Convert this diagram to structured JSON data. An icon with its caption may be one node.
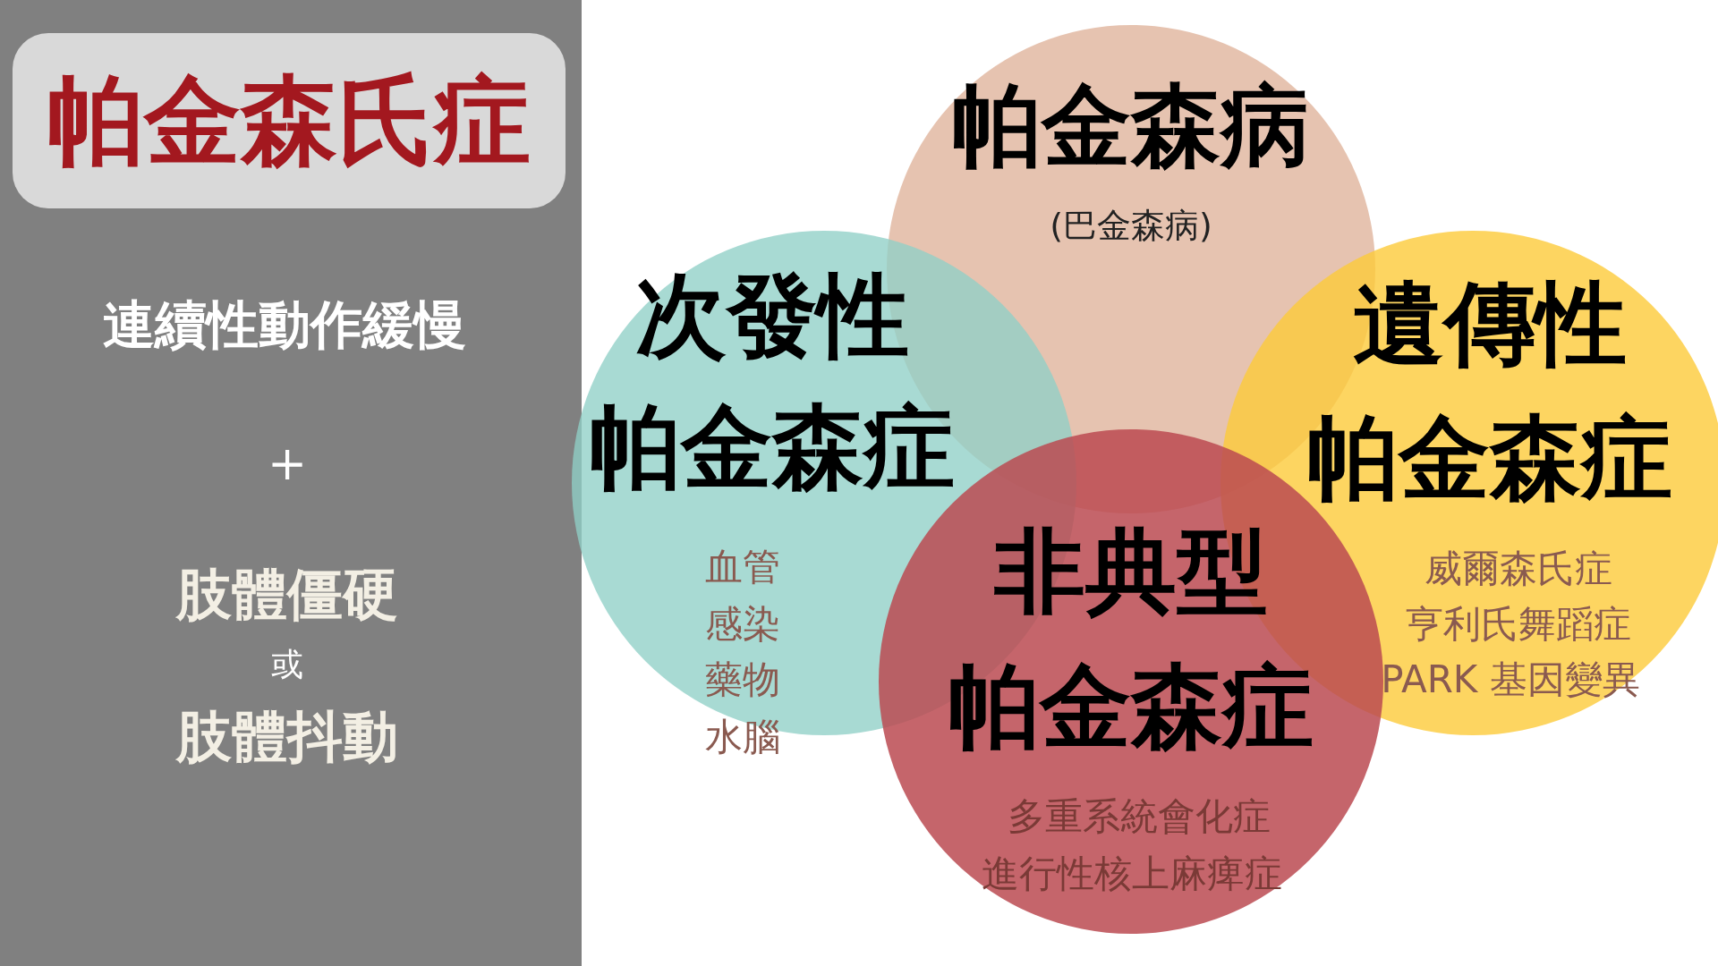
{
  "diagram": {
    "nodes": [
      {
        "text": [
          "連續性動作緩慢",
          "＋",
          "肢體僵硬",
          "或",
          "肢體抖動"
        ]
      },
      {
        "text": [
          "帕金森氏症"
        ],
        "in": 0
      },
      {
        "text": [
          "帕金森病",
          "(巴金森病)"
        ]
      },
      {
        "text": [
          "次發性",
          "帕金森症",
          "血管",
          "感染",
          "藥物",
          "水腦"
        ]
      },
      {
        "text": [
          "遺傳性",
          "帕金森症",
          "威爾森氏症",
          "亨利氏舞蹈症",
          "PARK 基因變異"
        ]
      },
      {
        "text": [
          "非典型",
          "帕金森症",
          "多重系統會化症",
          "進行性核上麻痺症"
        ]
      }
    ]
  }
}
